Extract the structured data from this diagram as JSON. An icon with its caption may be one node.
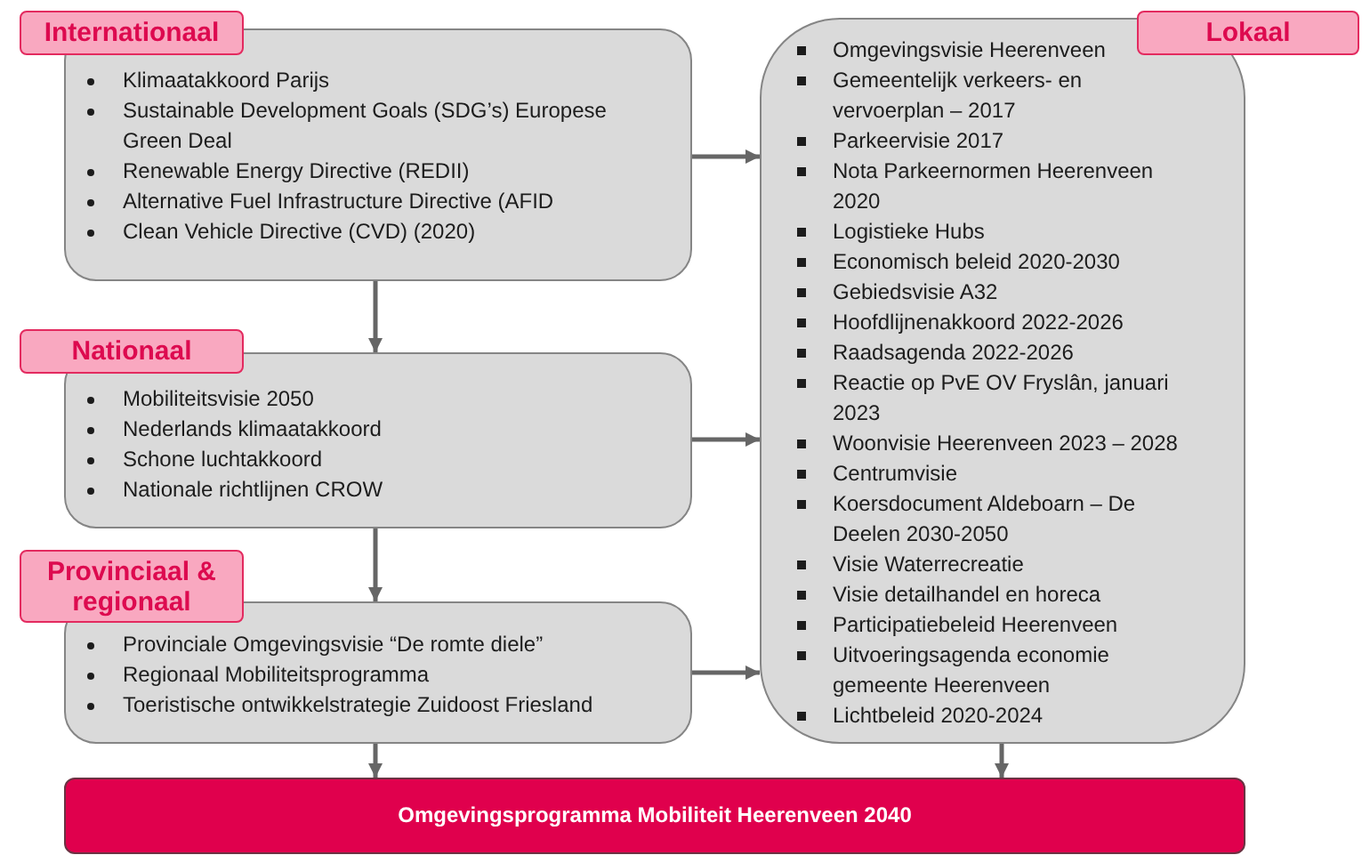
{
  "diagram": {
    "nodes": [
      {
        "text": [
          "Internationaal",
          "Klimaatakkoord Parijs",
          "Sustainable Development Goals (SDG’s) Europese Green Deal",
          "Renewable Energy Directive (REDII)",
          "Alternative Fuel Infrastructure Directive (AFID",
          "Clean Vehicle Directive (CVD) (2020)"
        ]
      },
      {
        "text": [
          "Nationaal",
          "Mobiliteitsvisie 2050",
          "Nederlands klimaatakkoord",
          "Schone luchtakkoord",
          "Nationale richtlijnen CROW"
        ]
      },
      {
        "text": [
          "Provinciaal & regionaal",
          "Provinciale Omgevingsvisie “De romte diele”",
          "Regionaal Mobiliteitsprogramma",
          "Toeristische ontwikkelstrategie Zuidoost Friesland"
        ]
      },
      {
        "text": [
          "Lokaal",
          "Omgevingsvisie Heerenveen",
          "Gemeentelijk verkeers- en vervoerplan – 2017",
          "Parkeervisie 2017",
          "Nota Parkeernormen Heerenveen 2020",
          "Logistieke Hubs",
          "Economisch beleid 2020-2030",
          "Gebiedsvisie A32",
          "Hoofdlijnenakkoord 2022-2026",
          "Raadsagenda 2022-2026",
          "Reactie op PvE OV Fryslân, januari 2023",
          "Woonvisie Heerenveen 2023 – 2028",
          "Centrumvisie",
          "Koersdocument Aldeboarn – De Deelen 2030-2050",
          "Visie Waterrecreatie",
          "Visie detailhandel en horeca",
          "Participatiebeleid Heerenveen",
          "Uitvoeringsagenda economie gemeente Heerenveen",
          "Lichtbeleid 2020-2024"
        ]
      },
      {
        "text": [
          "Omgevingsprogramma Mobiliteit Heerenveen 2040"
        ]
      }
    ],
    "edges": [
      {
        "from": 0,
        "to": 1,
        "arrow": "to"
      },
      {
        "from": 1,
        "to": 2,
        "arrow": "to"
      },
      {
        "from": 2,
        "to": 4,
        "arrow": "to"
      },
      {
        "from": 0,
        "to": 3,
        "arrow": "to"
      },
      {
        "from": 1,
        "to": 3,
        "arrow": "to"
      },
      {
        "from": 2,
        "to": 3,
        "arrow": "to"
      },
      {
        "from": 3,
        "to": 4,
        "arrow": "to"
      }
    ]
  }
}
